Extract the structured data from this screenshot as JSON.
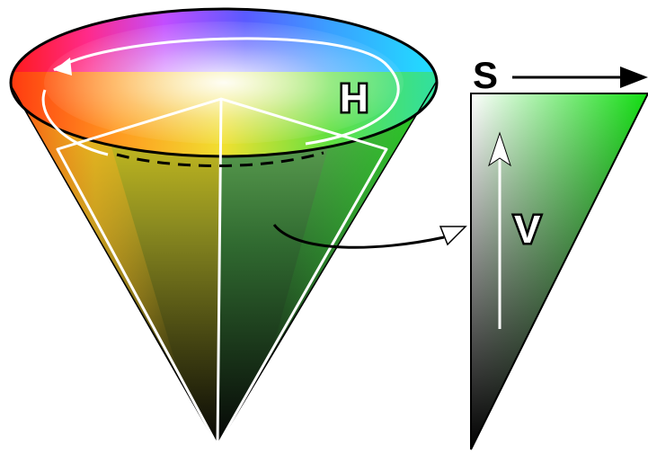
{
  "labels": {
    "hue": "H",
    "saturation": "S",
    "value": "V"
  },
  "colors": {
    "background": "#ffffff",
    "outline": "#000000",
    "highlight": "#ffffff",
    "green": "#22d622",
    "dark": "#000000"
  }
}
